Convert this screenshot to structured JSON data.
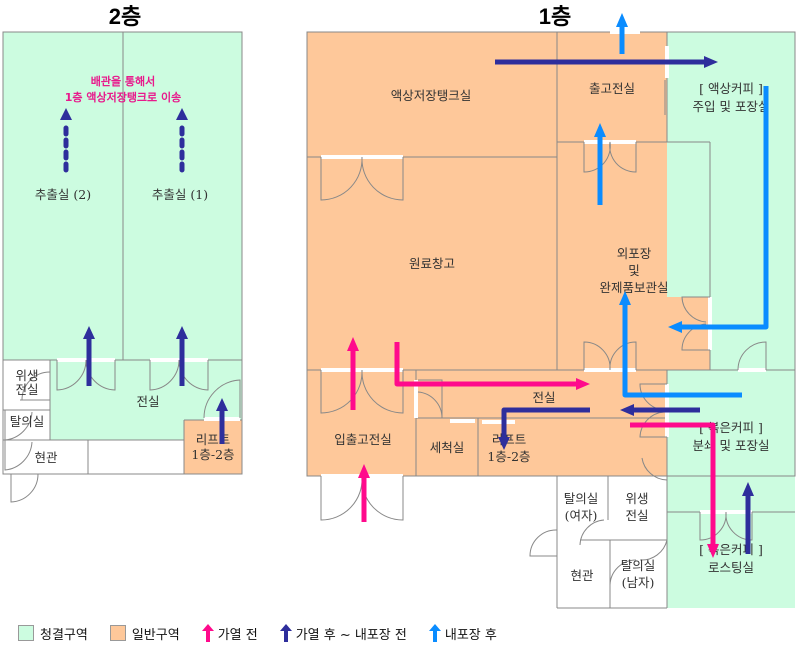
{
  "colors": {
    "clean_zone": "#ccfce0",
    "general_zone": "#fec89a",
    "before_heating": "#ff0a8c",
    "after_heating_before_inner_packing": "#2e2e9c",
    "after_inner_packing": "#0a8cff"
  },
  "floor2": {
    "title": "2층",
    "note_line1": "배관을 통해서",
    "note_line2": "1층 액상저장탱크로 이송",
    "rooms": {
      "extraction2": "추출실 (2)",
      "extraction1": "추출실 (1)",
      "anteroom": "전실",
      "sanitary_line1": "위생",
      "sanitary_line2": "전실",
      "changing": "탈의실",
      "entrance": "현관",
      "lift_line1": "리프트",
      "lift_line2": "1층-2층"
    }
  },
  "floor1": {
    "title": "1층",
    "rooms": {
      "liquid_tank": "액상저장탱크실",
      "shipping_anteroom": "출고전실",
      "liquid_coffee_line1": "[ 액상커피 ]",
      "liquid_coffee_line2": "주입 및 포장실",
      "raw_warehouse": "원료창고",
      "outer_pack_line1": "외포장",
      "outer_pack_line2": "및",
      "outer_pack_line3": "완제품보관실",
      "anteroom": "전실",
      "in_out_anteroom": "입출고전실",
      "washing": "세척실",
      "lift_line1": "리프트",
      "lift_line2": "1층-2층",
      "roasted_grind_line1": "[ 볶은커피 ]",
      "roasted_grind_line2": "분쇄 및 포장실",
      "changing_female_line1": "탈의실",
      "changing_female_line2": "(여자)",
      "sanitary_line1": "위생",
      "sanitary_line2": "전실",
      "entrance": "현관",
      "changing_male_line1": "탈의실",
      "changing_male_line2": "(남자)",
      "roasting_line1": "[ 볶은커피 ]",
      "roasting_line2": "로스팅실"
    }
  },
  "legend": [
    {
      "type": "swatch",
      "color_key": "clean_zone",
      "label": "청결구역"
    },
    {
      "type": "swatch",
      "color_key": "general_zone",
      "label": "일반구역"
    },
    {
      "type": "arrow",
      "color_key": "before_heating",
      "label": "가열 전"
    },
    {
      "type": "arrow",
      "color_key": "after_heating_before_inner_packing",
      "label": "가열 후 ~ 내포장 전"
    },
    {
      "type": "arrow",
      "color_key": "after_inner_packing",
      "label": "내포장 후"
    }
  ]
}
